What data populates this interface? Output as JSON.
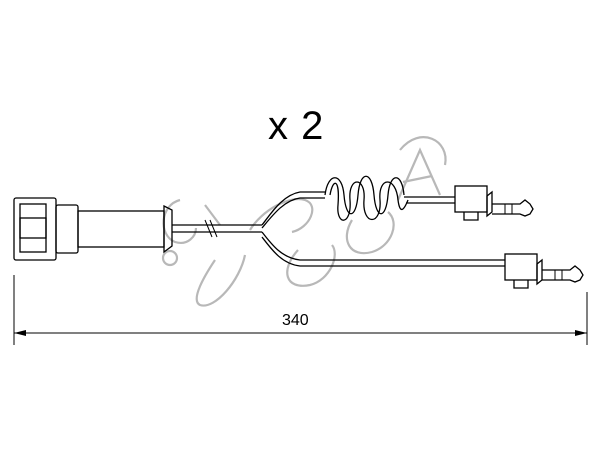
{
  "quantity_label": "x 2",
  "dimension": {
    "length_label": "340"
  },
  "watermark": {
    "brand": "CIFAM",
    "color": "#b8b8b8"
  },
  "icons": [
    "brake-wear-sensor-drawing",
    "connector-plug-icon",
    "sensor-tip-icon",
    "brand-watermark-icon"
  ]
}
